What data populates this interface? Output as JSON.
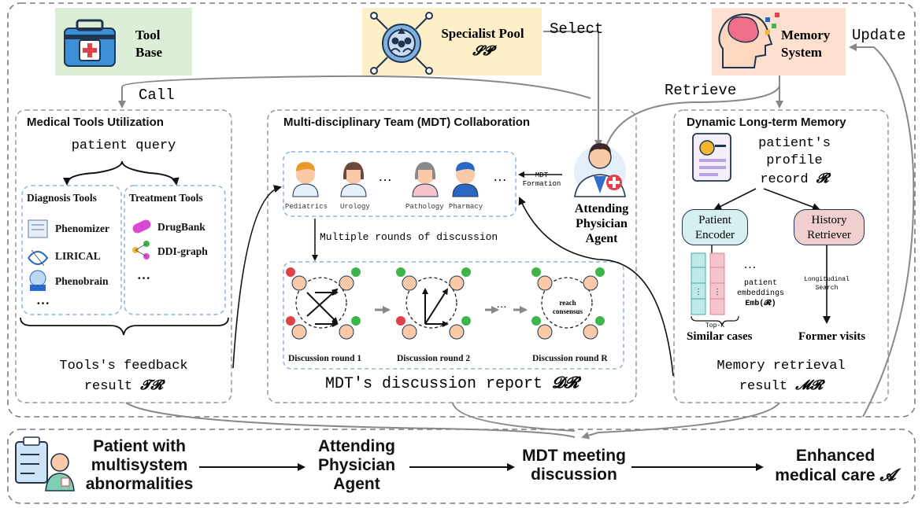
{
  "top": {
    "tool_base": {
      "line1": "Tool",
      "line2": "Base"
    },
    "specialist_pool": {
      "line1": "Specialist Pool",
      "symbol": "𝓢𝓟"
    },
    "memory_system": {
      "line1": "Memory",
      "line2": "System"
    },
    "select_label": "Select",
    "update_label": "Update",
    "call_label": "Call",
    "retrieve_label": "Retrieve"
  },
  "tools_panel": {
    "title": "Medical Tools Utilization",
    "query": "patient query",
    "diagnosis_title": "Diagnosis Tools",
    "treatment_title": "Treatment Tools",
    "diagnosis_items": [
      "Phenomizer",
      "LIRICAL",
      "Phenobrain"
    ],
    "treatment_items": [
      "DrugBank",
      "DDI-graph"
    ],
    "diagnosis_more": "…",
    "treatment_more": "…",
    "feedback_line1": "Tools's feedback",
    "feedback_line2": "result",
    "feedback_symbol": "𝓣𝓡"
  },
  "mdt_panel": {
    "title": "Multi-disciplinary Team (MDT) Collaboration",
    "departments": [
      "Pediatrics",
      "Urology",
      "Pathology",
      "Pharmacy"
    ],
    "ellipsis": "…",
    "mdt_formation_line1": "MDT",
    "mdt_formation_line2": "Formation",
    "multiple_rounds": "Multiple rounds of discussion",
    "rounds": [
      "Discussion round 1",
      "Discussion round 2",
      "Discussion round R"
    ],
    "consensus_line1": "reach",
    "consensus_line2": "consensus",
    "report_text": "MDT's discussion report",
    "report_symbol": "𝓓𝓡"
  },
  "attending": {
    "line1": "Attending",
    "line2": "Physician",
    "line3": "Agent"
  },
  "memory_panel": {
    "title": "Dynamic Long-term Memory",
    "profile_line1": "patient's",
    "profile_line2": "profile",
    "profile_line3": "record",
    "profile_symbol": "𝓡",
    "patient_encoder_line1": "Patient",
    "patient_encoder_line2": "Encoder",
    "history_retriever_line1": "History",
    "history_retriever_line2": "Retriever",
    "longitudinal_line1": "Longitudinal",
    "longitudinal_line2": "Search",
    "embed_dots": "…",
    "embed_line1": "patient",
    "embed_line2": "embeddings",
    "embed_line3": "Emb(𝓡)",
    "topk": "Top-K",
    "similar_cases": "Similar cases",
    "former_visits": "Former visits",
    "result_line1": "Memory retrieval",
    "result_line2": "result",
    "result_symbol": "𝓜𝓡"
  },
  "bottom_flow": {
    "step1": [
      "Patient with",
      "multisystem",
      "abnormalities"
    ],
    "step2": [
      "Attending",
      "Physician",
      "Agent"
    ],
    "step3": [
      "MDT meeting",
      "discussion"
    ],
    "step4": [
      "Enhanced",
      "medical care"
    ],
    "step4_symbol": "𝓐"
  },
  "colors": {
    "tool_base_bg": "#dcefd6",
    "specialist_bg": "#fdf0c8",
    "memory_bg": "#fde0cf",
    "encoder_bg": "#d6f0f2",
    "retriever_bg": "#f2cfcf",
    "embed_teal": "#bfe9e9",
    "embed_pink": "#f6c4cc",
    "check_green": "#3db54a",
    "cross_red": "#e0424a"
  }
}
